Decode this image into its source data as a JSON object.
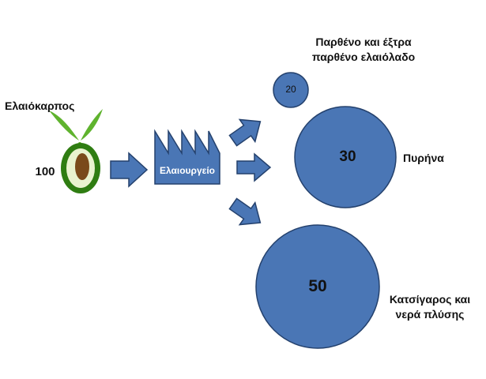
{
  "colors": {
    "circle_fill": "#4a76b5",
    "circle_stroke": "#24416d",
    "arrow_fill": "#4a76b5",
    "arrow_stroke": "#24416d",
    "leaf": "#5fb32e",
    "seed": "#7a4a1a",
    "pulp": "#e9f3cf",
    "fruit_skin": "#2f7d12"
  },
  "input": {
    "label": "Ελαιόκαρπος",
    "value": "100",
    "icon": "olive-seedling-icon"
  },
  "mill": {
    "label": "Ελαιουργείο",
    "icon": "factory-icon"
  },
  "outputs": [
    {
      "id": "oil",
      "label_line1": "Παρθένο και έξτρα",
      "label_line2": "παρθένο ελαιόλαδο",
      "value": "20",
      "share": 20
    },
    {
      "id": "pits",
      "label_line1": "Πυρήνα",
      "value": "30",
      "share": 30
    },
    {
      "id": "waste",
      "label_line1": "Κατσίγαρος και",
      "label_line2": "νερά πλύσης",
      "value": "50",
      "share": 50
    }
  ]
}
